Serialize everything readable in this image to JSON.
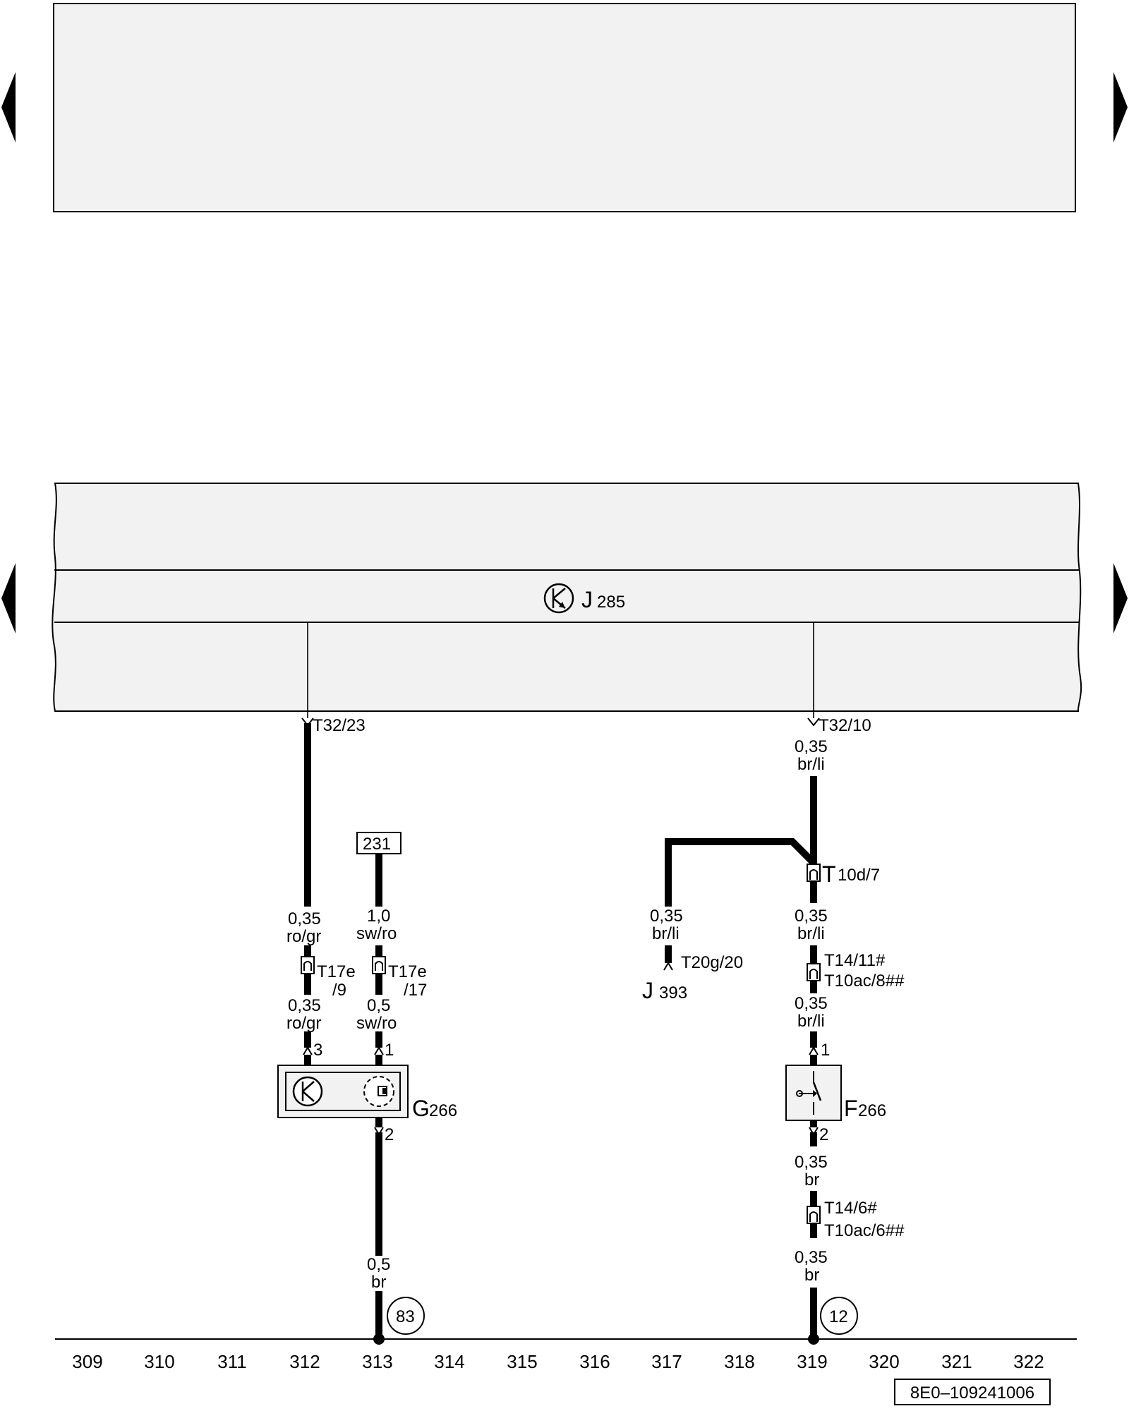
{
  "control_unit": {
    "symbol": "transistor-icon",
    "letter": "J",
    "number": "285"
  },
  "connectors": {
    "t32_23": "T32/23",
    "t32_10": "T32/10",
    "t17e_a": "T17e",
    "t17e_a2": "/9",
    "t17e_b": "T17e",
    "t17e_b2": "/17",
    "t10d_7_main": "T",
    "t10d_7_sub": "10d/7",
    "t14_11": "T14/11#",
    "t10ac_8": "T10ac/8##",
    "t20g_20": "T20g/20",
    "t14_6": "T14/6#",
    "t10ac_6": "T10ac/6##"
  },
  "wires": {
    "w1a_size": "0,35",
    "w1a_color": "ro/gr",
    "w1b_size": "0,35",
    "w1b_color": "ro/gr",
    "w2a_size": "1,0",
    "w2a_color": "sw/ro",
    "w2b_size": "0,5",
    "w2b_color": "sw/ro",
    "w2c_size": "0,5",
    "w2c_color": "br",
    "w3a_size": "0,35",
    "w3a_color": "br/li",
    "w3b_size": "0,35",
    "w3b_color": "br/li",
    "w3c_size": "0,35",
    "w3c_color": "br/li",
    "w3d_size": "0,35",
    "w3d_color": "br",
    "w3e_size": "0,35",
    "w3e_color": "br",
    "w4_size": "0,35",
    "w4_color": "br/li"
  },
  "pins": {
    "g266_p3": "3",
    "g266_p1": "1",
    "g266_p2": "2",
    "f266_p1": "1",
    "f266_p2": "2"
  },
  "components": {
    "g266_letter": "G",
    "g266_number": "266",
    "f266_letter": "F",
    "f266_number": "266",
    "j393_letter": "J",
    "j393_number": "393"
  },
  "ref_box": "231",
  "ground_points": [
    "83",
    "12"
  ],
  "scale_numbers": [
    "309",
    "310",
    "311",
    "312",
    "313",
    "314",
    "315",
    "316",
    "317",
    "318",
    "319",
    "320",
    "321",
    "322"
  ],
  "doc_code": "8E0–109241006",
  "colors": {
    "line": "#000000",
    "panel": "#f2f2f2",
    "component_fill": "#f2f2f2"
  }
}
